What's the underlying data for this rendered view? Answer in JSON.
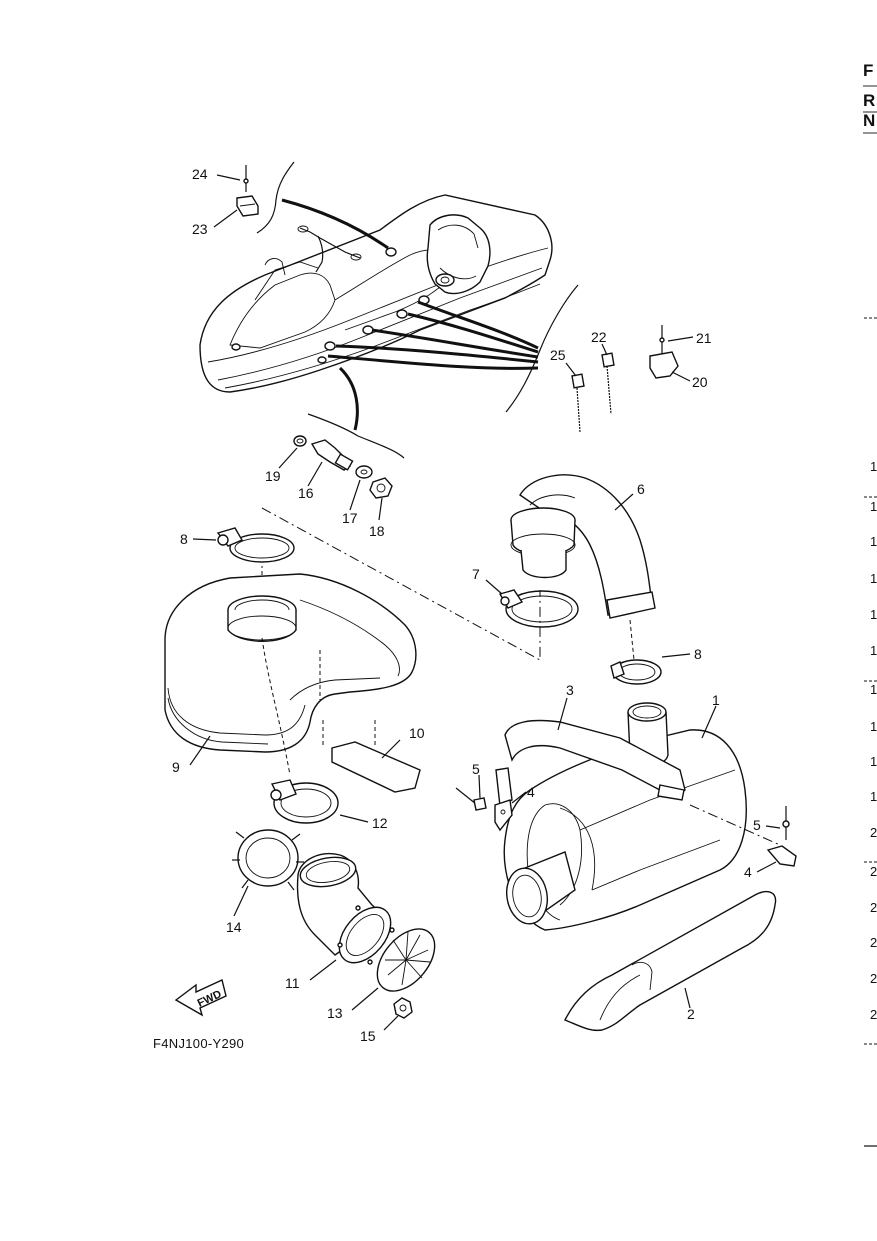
{
  "header": {
    "title_fragment": "F",
    "line2_fragment": "R",
    "line3_fragment": "N"
  },
  "side_column": {
    "numbers": [
      "1",
      "1",
      "1",
      "1",
      "1",
      "1",
      "1",
      "1",
      "1",
      "1",
      "2",
      "2",
      "2",
      "2",
      "2",
      "2"
    ]
  },
  "figure_code": "F4NJ100-Y290",
  "fwd_label": "FWD",
  "callouts": [
    "1",
    "2",
    "3",
    "4",
    "4",
    "5",
    "5",
    "6",
    "7",
    "8",
    "8",
    "9",
    "10",
    "11",
    "12",
    "13",
    "14",
    "15",
    "16",
    "17",
    "18",
    "19",
    "20",
    "21",
    "22",
    "23",
    "24",
    "25"
  ]
}
